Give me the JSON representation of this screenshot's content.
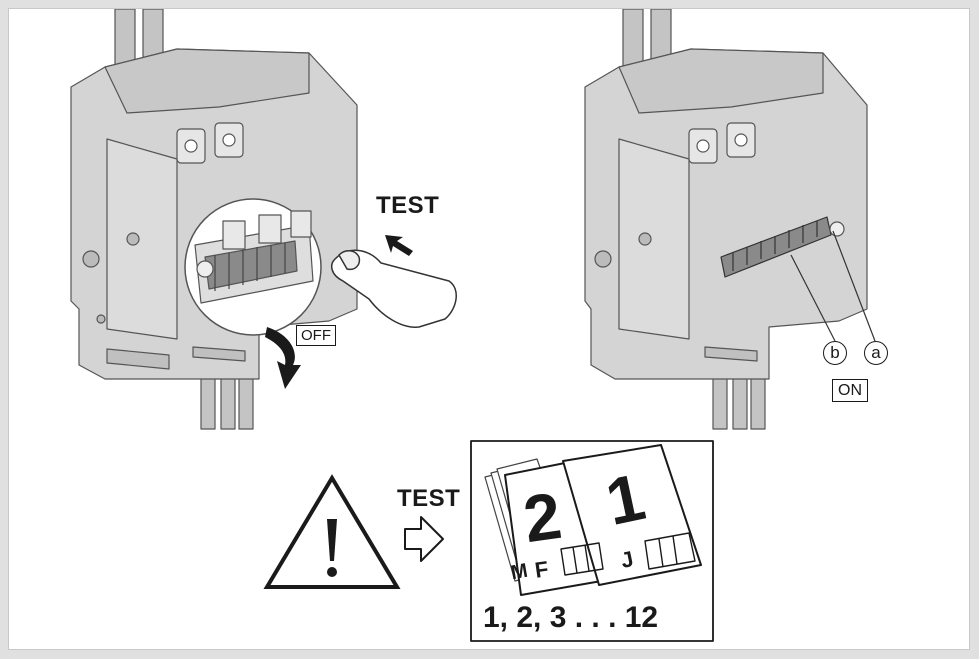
{
  "left_panel": {
    "test_label": "TEST",
    "off_label": "OFF"
  },
  "right_panel": {
    "callout_a": "a",
    "callout_b": "b",
    "on_label": "ON"
  },
  "bottom_panel": {
    "test_label": "TEST",
    "calendar_numbers": [
      "2",
      "1"
    ],
    "calendar_letters": [
      "F",
      "J"
    ],
    "calendar_edge_letter": "M",
    "sequence_label": "1, 2, 3 . . . 12"
  }
}
